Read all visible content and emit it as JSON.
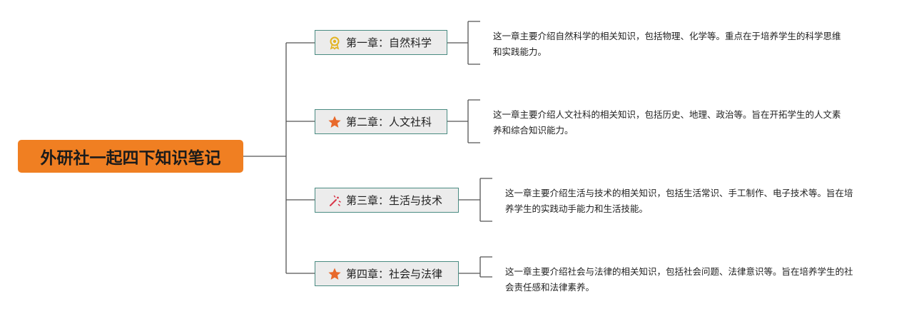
{
  "root": {
    "title": "外研社一起四下知识笔记",
    "color": "#f07f22"
  },
  "chapters": [
    {
      "label": "第一章：自然科学",
      "icon": "award-ribbon-icon",
      "description": "这一章主要介绍自然科学的相关知识，包括物理、化学等。重点在于培养学生的科学思维和实践能力。"
    },
    {
      "label": "第二章：人文社科",
      "icon": "star-icon",
      "description": "这一章主要介绍人文社科的相关知识，包括历史、地理、政治等。旨在开拓学生的人文素养和综合知识能力。"
    },
    {
      "label": "第三章：生活与技术",
      "icon": "magic-wand-icon",
      "description": "这一章主要介绍生活与技术的相关知识，包括生活常识、手工制作、电子技术等。旨在培养学生的实践动手能力和生活技能。"
    },
    {
      "label": "第四章：社会与法律",
      "icon": "star-icon",
      "description": "这一章主要介绍社会与法律的相关知识，包括社会问题、法律意识等。旨在培养学生的社会责任感和法律素养。"
    }
  ]
}
